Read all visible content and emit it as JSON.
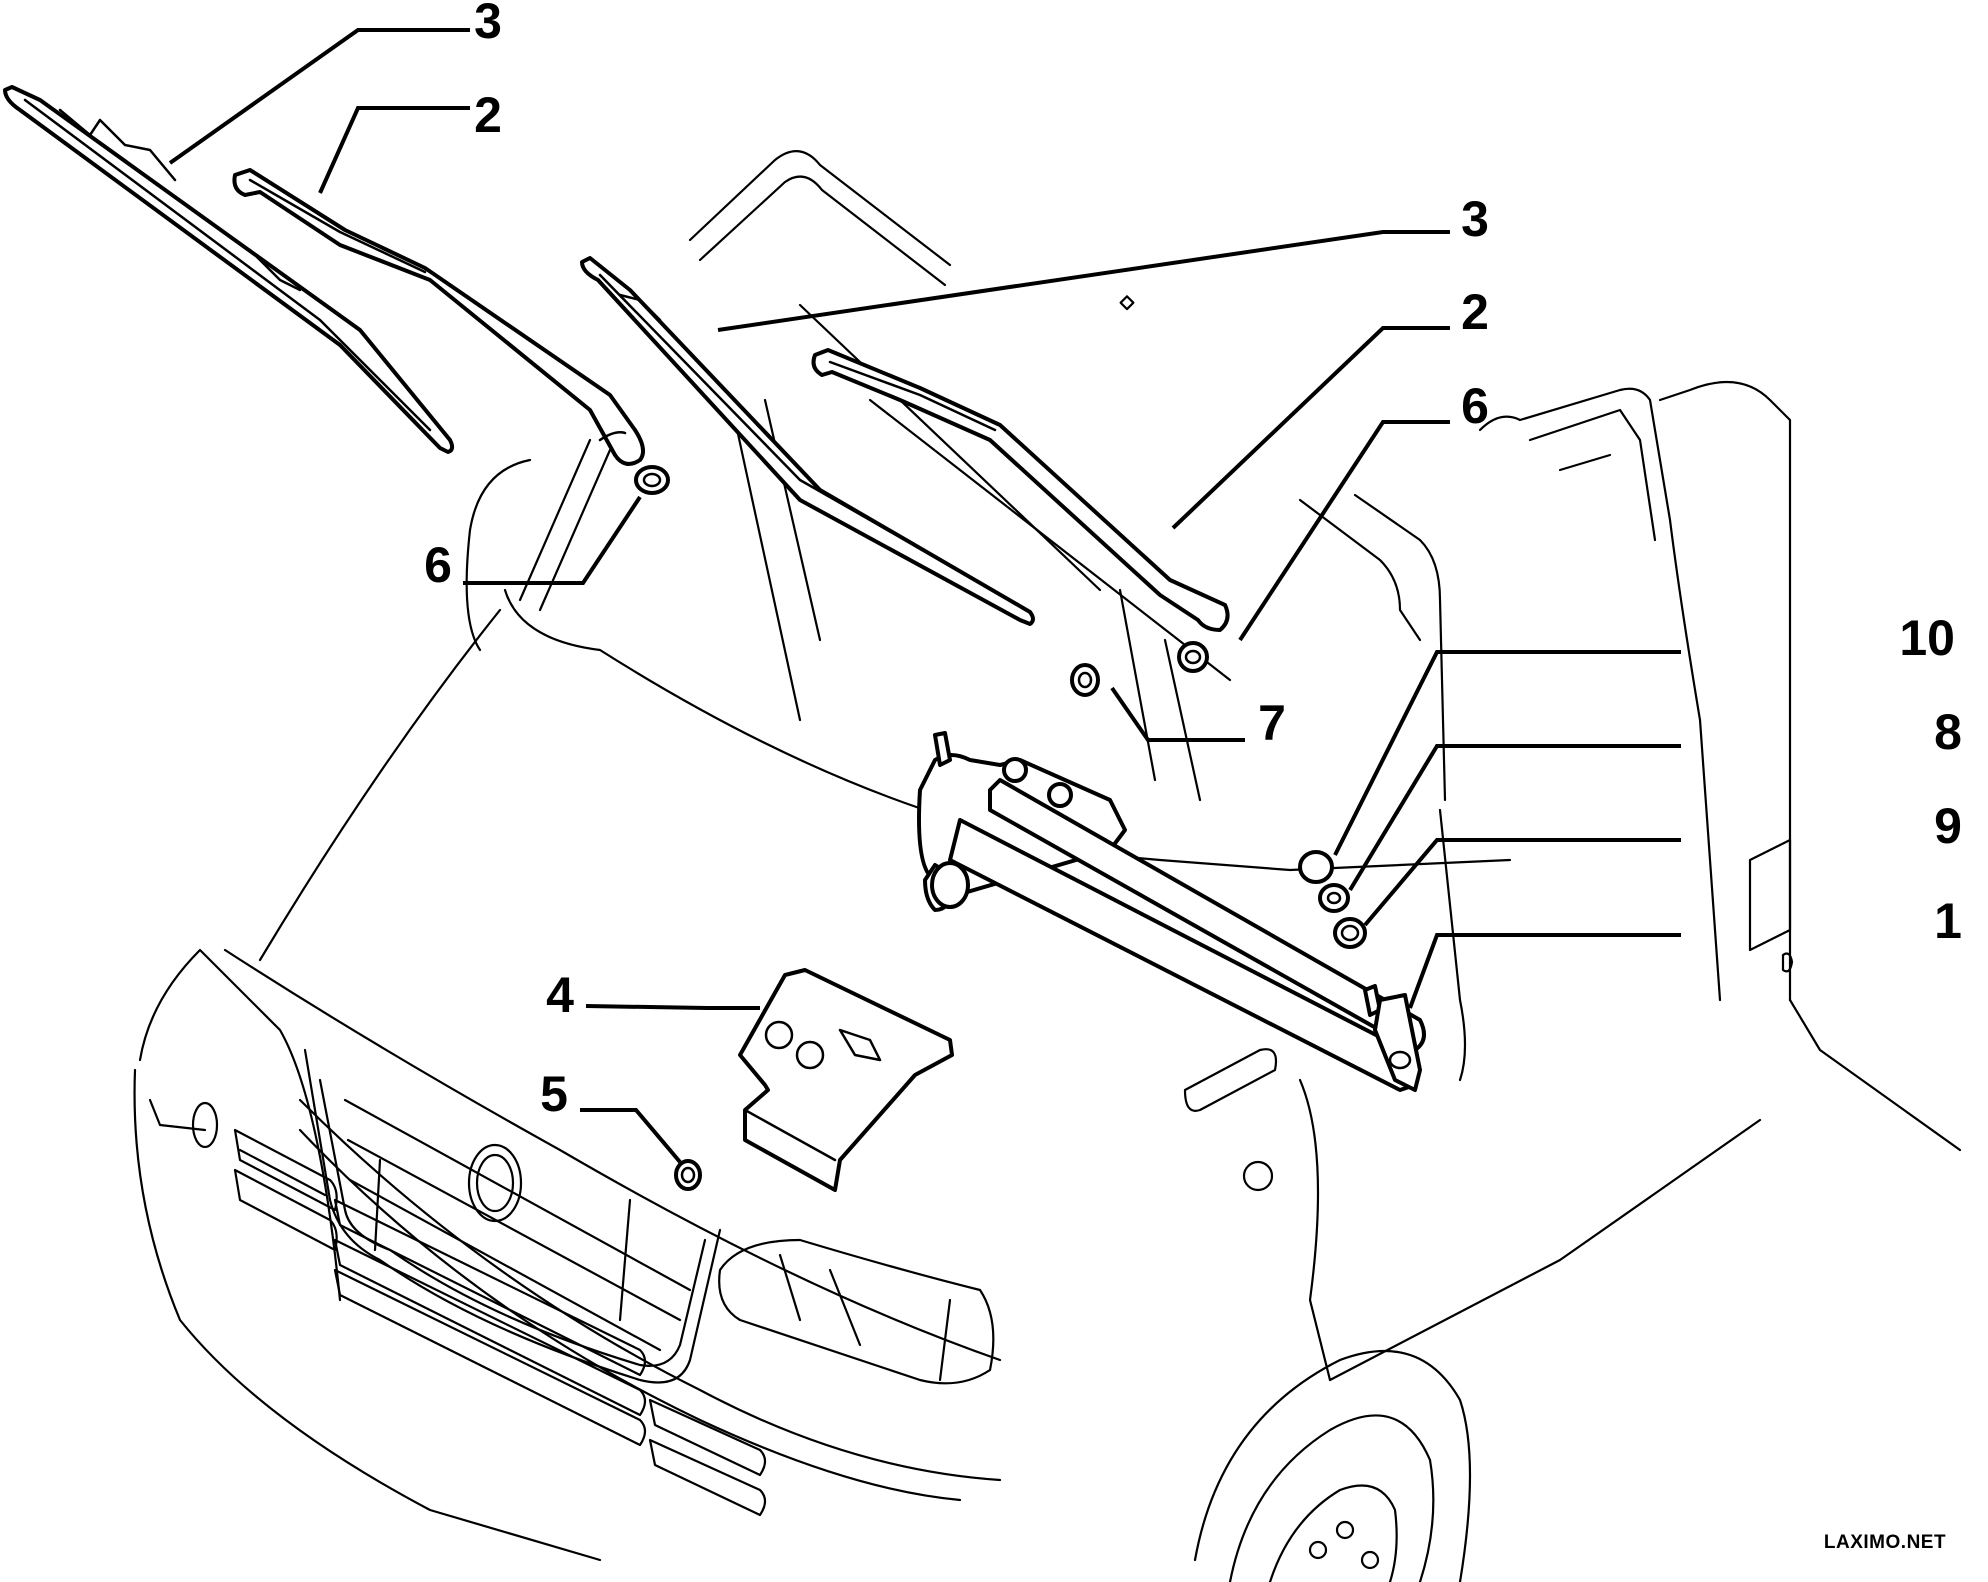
{
  "diagram": {
    "type": "exploded parts diagram",
    "subject": "Windscreen wiper assembly - van front",
    "watermark": "LAXIMO.NET",
    "callouts": [
      {
        "id": "c1",
        "label": "1",
        "part": "wiper linkage with motor"
      },
      {
        "id": "c2a",
        "label": "2",
        "part": "wiper arm (left)"
      },
      {
        "id": "c2b",
        "label": "2",
        "part": "wiper arm (right)"
      },
      {
        "id": "c3a",
        "label": "3",
        "part": "wiper blade (left)"
      },
      {
        "id": "c3b",
        "label": "3",
        "part": "wiper blade (right)"
      },
      {
        "id": "c4",
        "label": "4",
        "part": "bracket"
      },
      {
        "id": "c5",
        "label": "5",
        "part": "nut"
      },
      {
        "id": "c6a",
        "label": "6",
        "part": "nut (left arm)"
      },
      {
        "id": "c6b",
        "label": "6",
        "part": "nut (right arm)"
      },
      {
        "id": "c7",
        "label": "7",
        "part": "nut"
      },
      {
        "id": "c8",
        "label": "8",
        "part": "nut"
      },
      {
        "id": "c9",
        "label": "9",
        "part": "washer"
      },
      {
        "id": "c10",
        "label": "10",
        "part": "cap"
      }
    ]
  }
}
